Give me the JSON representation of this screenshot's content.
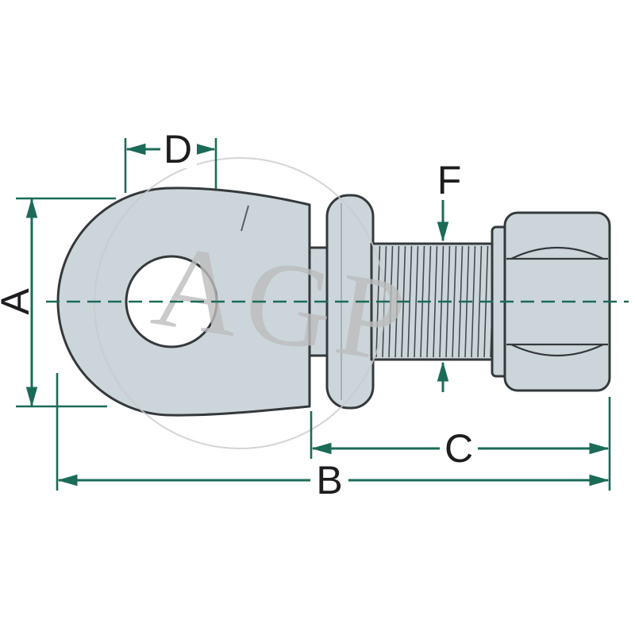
{
  "diagram": {
    "subject": "eye bolt with flange washer, threaded shaft and hex nut - dimensioned technical drawing",
    "watermark_text": "AGP",
    "labels": {
      "A": "A",
      "B": "B",
      "C": "C",
      "D": "D",
      "F": "F"
    }
  },
  "colors": {
    "dimension_teal": "#1b6b58",
    "part_fill": "#ccd6da",
    "part_outline": "#36393b",
    "label_text": "#1d1d20",
    "watermark_gray": "#bdbdbd",
    "background": "#ffffff"
  }
}
